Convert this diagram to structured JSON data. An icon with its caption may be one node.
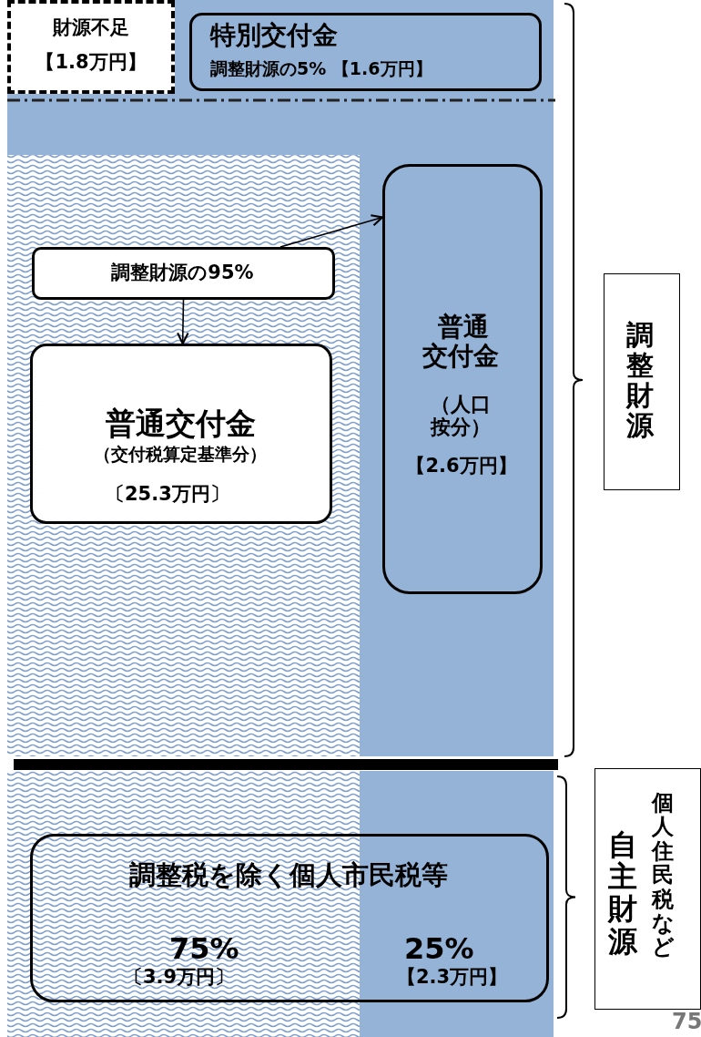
{
  "diagram": {
    "nodes": [
      {
        "text": [
          "財源不足",
          "【1.8万円】"
        ]
      },
      {
        "text": [
          "特別交付金",
          "調整財源の5% 【1.6万円】"
        ]
      },
      {
        "text": [
          "調整財源の95%"
        ]
      },
      {
        "text": [
          "普通交付金",
          "（人口按分）",
          "【2.6万円】"
        ]
      },
      {
        "text": [
          "普通交付金",
          "（交付税算定基準分）",
          "〔25.3万円〕"
        ]
      },
      {
        "text": [
          "調整財源"
        ]
      },
      {
        "text": [
          "調整税を除く個人市民税等",
          "75%",
          "〔3.9万円〕",
          "25%",
          "【2.3万円】"
        ]
      },
      {
        "text": [
          "自主財源",
          "個人住民税など"
        ]
      }
    ],
    "edges": [
      {
        "from": 2,
        "to": 3,
        "arrow": "to"
      },
      {
        "from": 2,
        "to": 4,
        "arrow": "to"
      }
    ],
    "labels": [
      "75"
    ]
  }
}
